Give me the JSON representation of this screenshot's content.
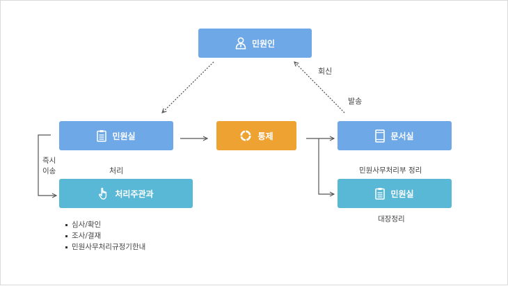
{
  "nodes": {
    "petitioner": {
      "label": "민원인",
      "icon": "person-icon"
    },
    "office_left": {
      "label": "민원실",
      "icon": "clipboard-icon"
    },
    "control": {
      "label": "통제",
      "icon": "circle-arrows-icon"
    },
    "doc_room": {
      "label": "문서실",
      "icon": "document-icon"
    },
    "dept": {
      "label": "처리주관과",
      "icon": "hand-pointer-icon"
    },
    "office_right": {
      "label": "민원실",
      "icon": "clipboard-icon"
    }
  },
  "labels": {
    "reply": "회신",
    "send": "발송",
    "immediate_transfer": [
      "즉시",
      "이송"
    ],
    "process": "처리",
    "doc_process": "민원사무처리부 정리",
    "ledger": "대장정리"
  },
  "tasks": [
    "심사/확인",
    "조사/결재",
    "민원사무처리규정기한내"
  ],
  "colors": {
    "blue": "#6ea8e6",
    "teal": "#58b8d6",
    "orange": "#eea232"
  }
}
